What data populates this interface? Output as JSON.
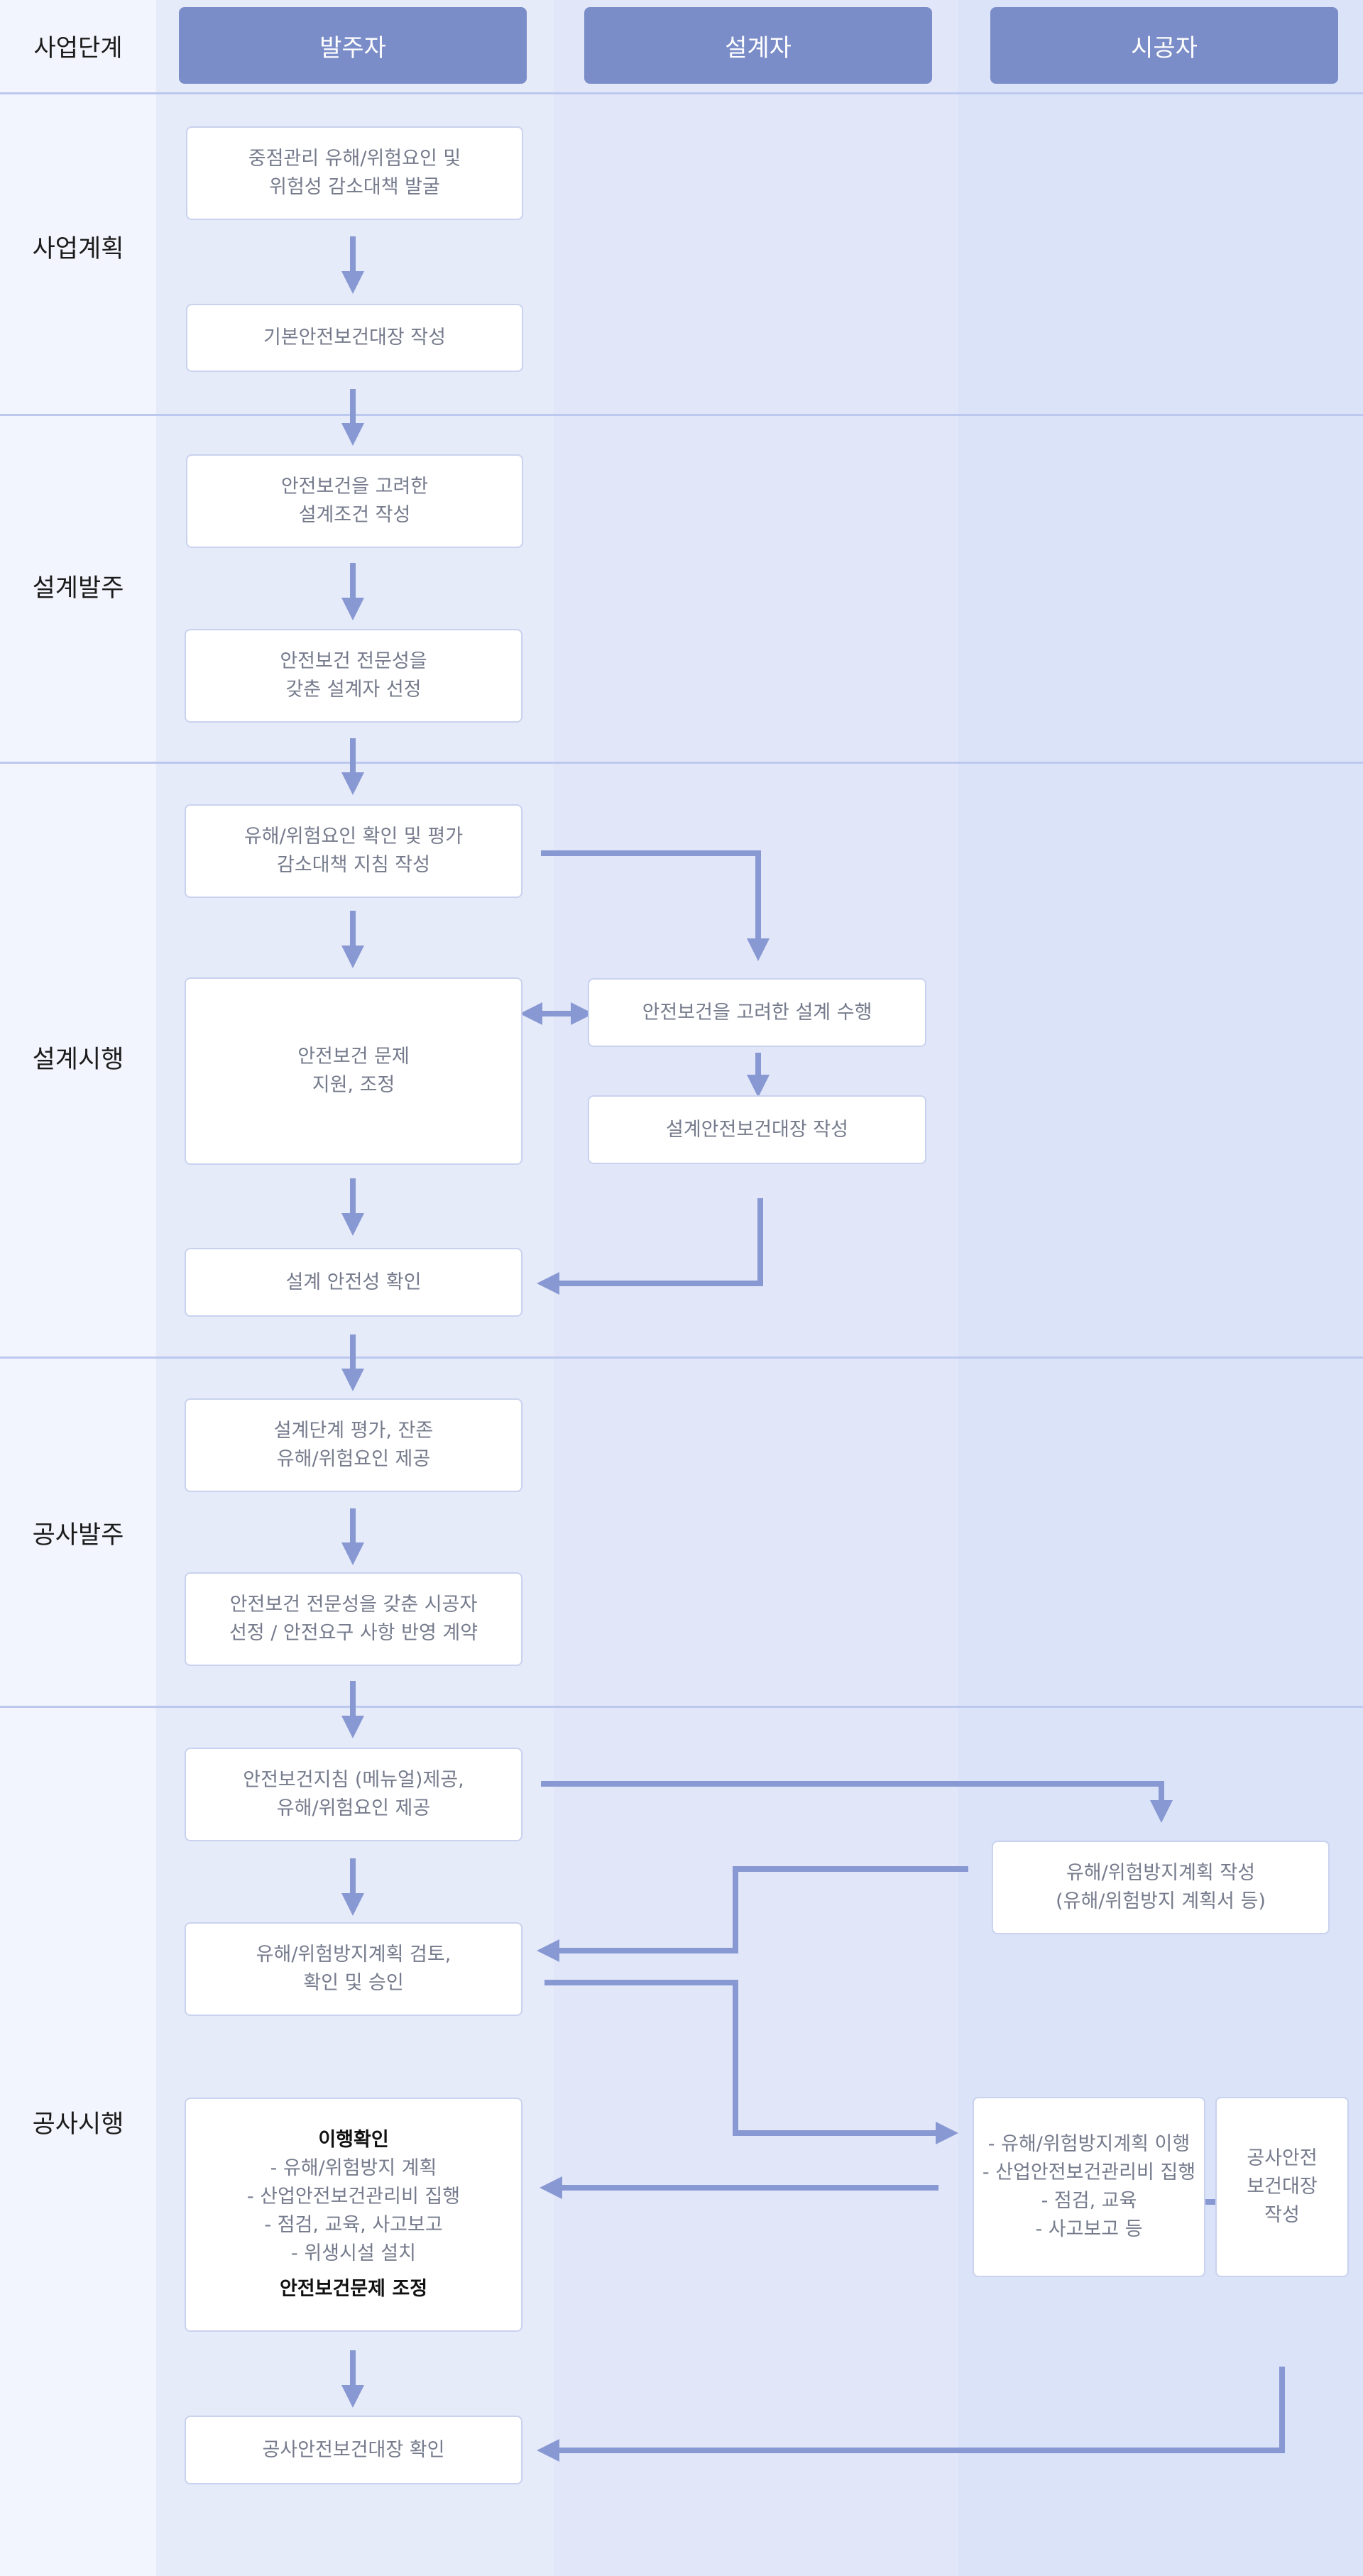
{
  "header": {
    "stage_label": "사업단계",
    "columns": [
      "발주자",
      "설계자",
      "시공자"
    ]
  },
  "stages": [
    "사업계획",
    "설계발주",
    "설계시행",
    "공사발주",
    "공사시행"
  ],
  "boxes": {
    "b1": [
      "중점관리 유해/위험요인 및",
      "위험성 감소대책 발굴"
    ],
    "b2": [
      "기본안전보건대장 작성"
    ],
    "b3": [
      "안전보건을 고려한",
      "설계조건 작성"
    ],
    "b4": [
      "안전보건 전문성을",
      "갖춘 설계자 선정"
    ],
    "b5": [
      "유해/위험요인 확인 및 평가",
      "감소대책 지침 작성"
    ],
    "b6": [
      "안전보건 문제",
      "지원, 조정"
    ],
    "b7": [
      "안전보건을 고려한 설계 수행"
    ],
    "b8": [
      "설계안전보건대장 작성"
    ],
    "b9": [
      "설계 안전성 확인"
    ],
    "b10": [
      "설계단계 평가, 잔존",
      "유해/위험요인 제공"
    ],
    "b11": [
      "안전보건 전문성을 갖춘 시공자",
      "선정 / 안전요구 사항 반영 계약"
    ],
    "b12": [
      "안전보건지침 (메뉴얼)제공,",
      "유해/위험요인 제공"
    ],
    "b13": [
      "유해/위험방지계획 작성",
      "(유해/위험방지 계획서 등)"
    ],
    "b14": [
      "유해/위험방지계획 검토,",
      "확인 및 승인"
    ],
    "b15_title": "이행확인",
    "b15": [
      "- 유해/위험방지 계획",
      "- 산업안전보건관리비 집행",
      "- 점검, 교육, 사고보고",
      "- 위생시설 설치"
    ],
    "b15_footer": "안전보건문제 조정",
    "b16": [
      "- 유해/위험방지계획 이행",
      "- 산업안전보건관리비 집행",
      "- 점검, 교육",
      "- 사고보고 등"
    ],
    "b17": [
      "공사안전",
      "보건대장",
      "작성"
    ],
    "b18": [
      "공사안전보건대장 확인"
    ]
  },
  "colors": {
    "header_bg": "#7b8dc8",
    "arrow": "#8898d2",
    "divider": "#bcc8ee",
    "box_border": "#c9d2ee"
  }
}
